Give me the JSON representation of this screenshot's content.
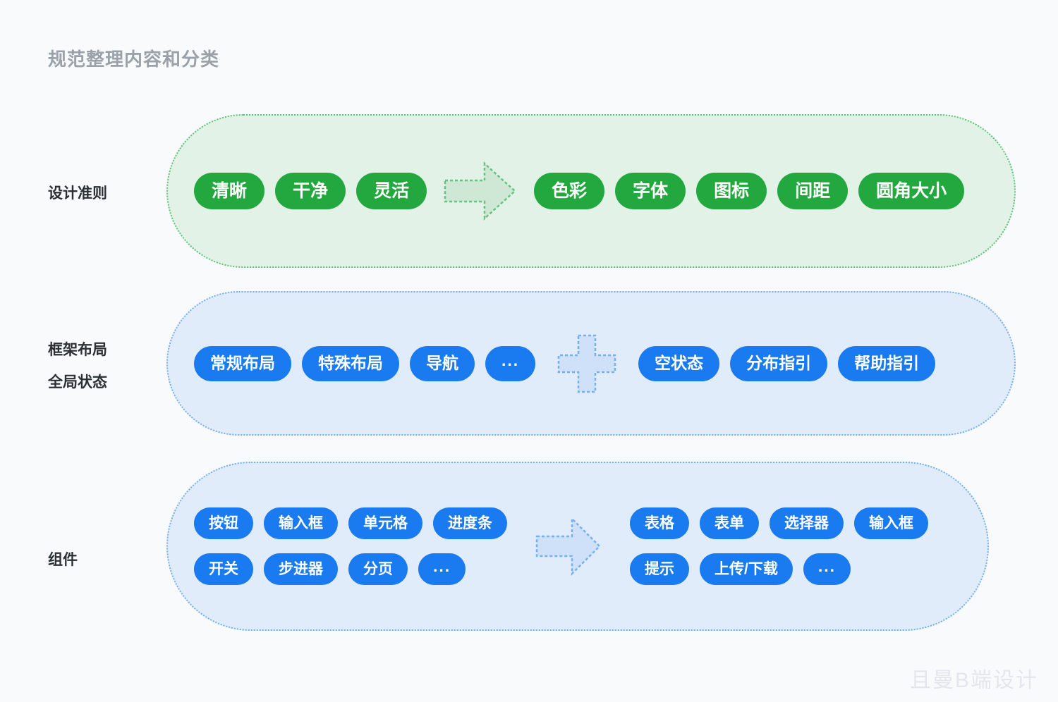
{
  "page": {
    "title": "规范整理内容和分类",
    "watermark": "且曼B端设计",
    "background": "#f8fafc"
  },
  "colors": {
    "green_pill": "#22a83f",
    "green_panel_fill": "#e2f2e6",
    "green_panel_border": "#5ec27c",
    "blue_pill": "#1a7af0",
    "blue_panel_fill": "#e1ecfb",
    "blue_panel_border": "#74aff2",
    "title_text": "#9aa1a9",
    "label_text": "#2b3033",
    "watermark_text": "#e3e6ea"
  },
  "sections": [
    {
      "id": "design-principles",
      "label_lines": [
        "设计准则"
      ],
      "theme": "green",
      "left_group": {
        "rows": [
          {
            "items": [
              {
                "text": "清晰"
              },
              {
                "text": "干净"
              },
              {
                "text": "灵活"
              }
            ]
          }
        ]
      },
      "connector": {
        "type": "arrow-right-icon",
        "label": "箭头"
      },
      "right_group": {
        "rows": [
          {
            "items": [
              {
                "text": "色彩"
              },
              {
                "text": "字体"
              },
              {
                "text": "图标"
              },
              {
                "text": "间距"
              },
              {
                "text": "圆角大小"
              }
            ]
          }
        ]
      }
    },
    {
      "id": "layout-and-global-state",
      "label_lines": [
        "框架布局",
        "全局状态"
      ],
      "theme": "blue",
      "left_group": {
        "rows": [
          {
            "items": [
              {
                "text": "常规布局"
              },
              {
                "text": "特殊布局"
              },
              {
                "text": "导航"
              },
              {
                "text": "..."
              }
            ]
          }
        ]
      },
      "connector": {
        "type": "plus-icon",
        "label": "加号"
      },
      "right_group": {
        "rows": [
          {
            "items": [
              {
                "text": "空状态"
              },
              {
                "text": "分布指引"
              },
              {
                "text": "帮助指引"
              }
            ]
          }
        ]
      }
    },
    {
      "id": "components",
      "label_lines": [
        "组件"
      ],
      "theme": "blue",
      "left_group": {
        "rows": [
          {
            "items": [
              {
                "text": "按钮"
              },
              {
                "text": "输入框"
              },
              {
                "text": "单元格"
              },
              {
                "text": "进度条"
              }
            ]
          },
          {
            "items": [
              {
                "text": "开关"
              },
              {
                "text": "步进器"
              },
              {
                "text": "分页"
              },
              {
                "text": "..."
              }
            ]
          }
        ]
      },
      "connector": {
        "type": "arrow-right-icon",
        "label": "箭头"
      },
      "right_group": {
        "rows": [
          {
            "items": [
              {
                "text": "表格"
              },
              {
                "text": "表单"
              },
              {
                "text": "选择器"
              },
              {
                "text": "输入框"
              }
            ]
          },
          {
            "items": [
              {
                "text": "提示"
              },
              {
                "text": "上传/下载"
              },
              {
                "text": "..."
              }
            ]
          }
        ]
      }
    }
  ]
}
